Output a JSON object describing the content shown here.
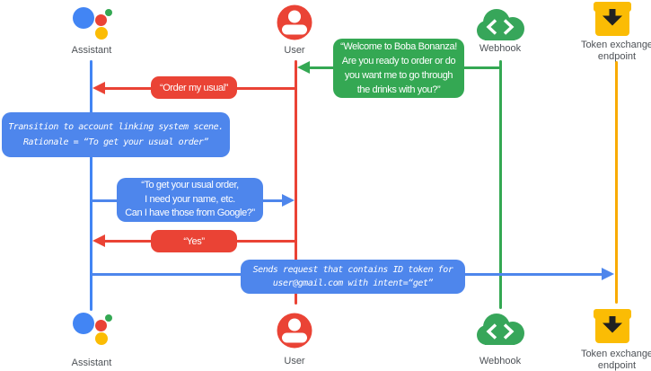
{
  "actors": {
    "assistant": {
      "label": "Assistant"
    },
    "user": {
      "label": "User"
    },
    "webhook": {
      "label": "Webhook"
    },
    "token_endpoint": {
      "label_line1": "Token exchange",
      "label_line2": "endpoint"
    }
  },
  "messages": {
    "welcome": {
      "from": "webhook",
      "to": "user",
      "lines": [
        "“Welcome to Boba Bonanza!",
        "Are you ready to order or do",
        "you want me to go through",
        "the drinks with you?”"
      ]
    },
    "order_my_usual": {
      "from": "user",
      "to": "assistant",
      "text": "“Order my usual”"
    },
    "transition_note": {
      "actor": "assistant",
      "lines": [
        "Transition to account linking system scene.",
        "Rationale = “To get your usual order”"
      ]
    },
    "get_usual_order": {
      "from": "assistant",
      "to": "user",
      "lines": [
        "“To get your usual order,",
        "I need your name, etc.",
        "Can I have those from Google?”"
      ]
    },
    "yes": {
      "from": "user",
      "to": "assistant",
      "text": "“Yes”"
    },
    "sends_request": {
      "from": "assistant",
      "to": "token_endpoint",
      "lines": [
        "Sends request that contains ID token for",
        "user@gmail.com with intent=“get”"
      ]
    }
  },
  "colors": {
    "blue": "#4E86EC",
    "assistant_blue": "#4285F4",
    "red": "#EA4335",
    "green": "#34A853",
    "yellow": "#FBBC04",
    "orange_lifeline": "#F9AB00",
    "label_gray": "#4D5156"
  }
}
